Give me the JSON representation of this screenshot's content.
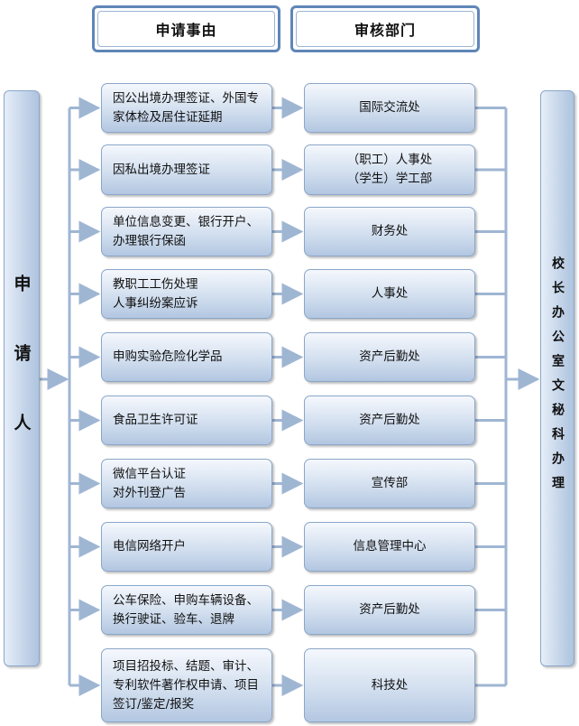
{
  "headers": {
    "reason": "申请事由",
    "department": "审核部门"
  },
  "applicant": "申请人",
  "office": "校长办公室文秘科办理",
  "items": [
    {
      "reason": "因公出境办理签证、外国专家体检及居住证延期",
      "department": "国际交流处"
    },
    {
      "reason": "因私出境办理签证",
      "department": "（职工）人事处\n（学生）学工部"
    },
    {
      "reason": "单位信息变更、银行开户、办理银行保函",
      "department": "财务处"
    },
    {
      "reason": "教职工工伤处理\n人事纠纷案应诉",
      "department": "人事处"
    },
    {
      "reason": "申购实验危险化学品",
      "department": "资产后勤处"
    },
    {
      "reason": "食品卫生许可证",
      "department": "资产后勤处"
    },
    {
      "reason": "微信平台认证\n对外刊登广告",
      "department": "宣传部"
    },
    {
      "reason": "电信网络开户",
      "department": "信息管理中心"
    },
    {
      "reason": "公车保险、申购车辆设备、换行驶证、验车、退牌",
      "department": "资产后勤处"
    },
    {
      "reason": "项目招投标、结题、审计、专利软件著作权申请、项目签订/鉴定/报奖",
      "department": "科技处"
    }
  ],
  "colors": {
    "border": "#8aa6c9",
    "connector": "#9fb6d3",
    "header_border": "#5f86b7"
  }
}
